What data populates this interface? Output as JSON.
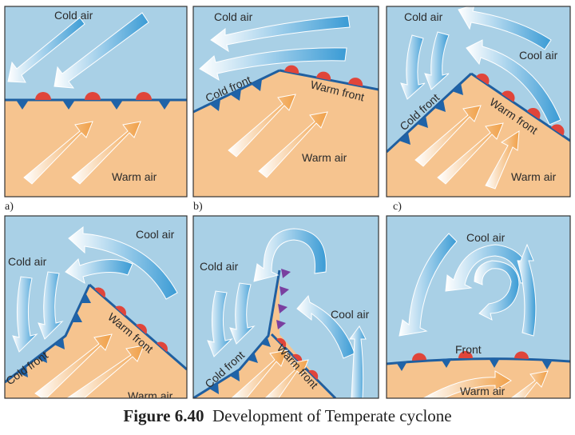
{
  "caption": {
    "figure_number": "Figure 6.40",
    "title": "Development of Temperate cyclone"
  },
  "colors": {
    "sky": "#a9d0e6",
    "warm_land": "#f6c48f",
    "front_line": "#1f5fa0",
    "cold_triangle": "#1f63a8",
    "warm_semicircle": "#e0453a",
    "occluded_triangle": "#7a3fa0",
    "cold_arrow_dark": "#3a9bd5",
    "warm_arrow_dark": "#f0a048",
    "border": "#333333"
  },
  "panels": [
    {
      "id": "a",
      "label": "a)",
      "texts": {
        "cold": "Cold air",
        "warm": "Warm air"
      }
    },
    {
      "id": "b",
      "label": "b)",
      "texts": {
        "cold": "Cold air",
        "warm": "Warm air",
        "cold_front": "Cold front",
        "warm_front": "Warm front"
      }
    },
    {
      "id": "c",
      "label": "c)",
      "texts": {
        "cold": "Cold air",
        "cool": "Cool air",
        "warm": "Warm air",
        "cold_front": "Cold front",
        "warm_front": "Warm front"
      }
    },
    {
      "id": "d",
      "label": "",
      "texts": {
        "cold": "Cold air",
        "cool": "Cool air",
        "warm": "Warm air",
        "cold_front": "Cold front",
        "warm_front": "Warm front"
      }
    },
    {
      "id": "e",
      "label": "",
      "texts": {
        "cold": "Cold air",
        "cool": "Cool air",
        "cold_front": "Cold front",
        "warm_front": "Warm front"
      }
    },
    {
      "id": "f",
      "label": "",
      "texts": {
        "cool": "Cool air",
        "front": "Front",
        "warm": "Warm air"
      }
    }
  ]
}
